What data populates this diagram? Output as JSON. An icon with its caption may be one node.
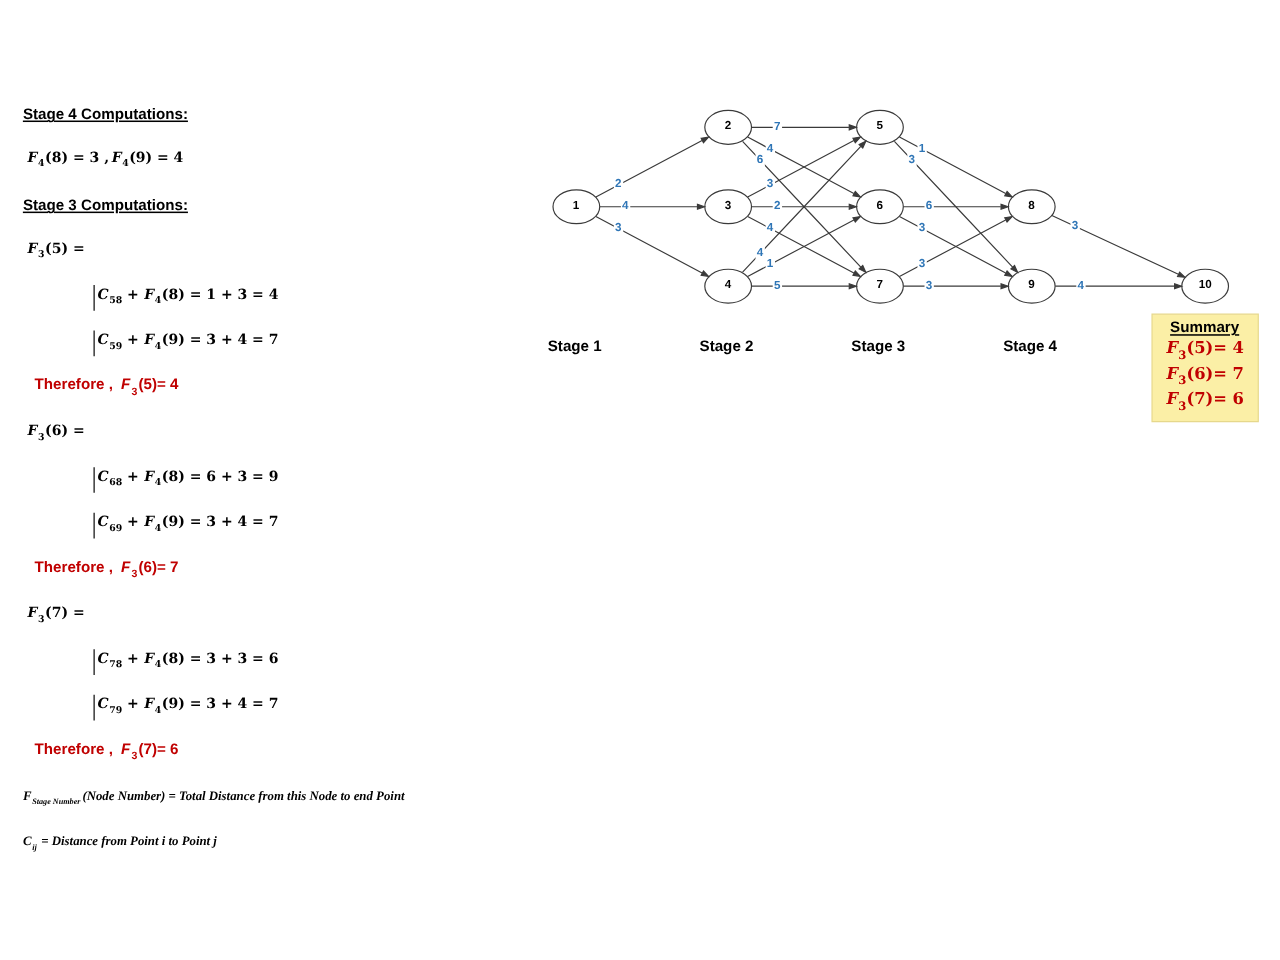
{
  "diagram": {
    "nodes": [
      {
        "text": [
          "1"
        ]
      },
      {
        "text": [
          "2"
        ]
      },
      {
        "text": [
          "3"
        ]
      },
      {
        "text": [
          "4"
        ]
      },
      {
        "text": [
          "5"
        ]
      },
      {
        "text": [
          "6"
        ]
      },
      {
        "text": [
          "7"
        ]
      },
      {
        "text": [
          "8"
        ]
      },
      {
        "text": [
          "9"
        ]
      },
      {
        "text": [
          "10"
        ]
      },
      {
        "text": [
          "Summary",
          "*F*$_{3}$(5)= 4",
          "*F*$_{3}$(6)= 7",
          "*F*$_{3}$(7)= 6"
        ]
      }
    ],
    "edges": [
      {
        "from": 0,
        "to": 1,
        "arrow": "to",
        "label": "2"
      },
      {
        "from": 0,
        "to": 2,
        "arrow": "to",
        "label": "4"
      },
      {
        "from": 0,
        "to": 3,
        "arrow": "to",
        "label": "3"
      },
      {
        "from": 1,
        "to": 4,
        "arrow": "to",
        "label": "7"
      },
      {
        "from": 1,
        "to": 5,
        "arrow": "to",
        "label": "4"
      },
      {
        "from": 1,
        "to": 6,
        "arrow": "to",
        "label": "6"
      },
      {
        "from": 2,
        "to": 4,
        "arrow": "to",
        "label": "3"
      },
      {
        "from": 2,
        "to": 5,
        "arrow": "to",
        "label": "2"
      },
      {
        "from": 2,
        "to": 6,
        "arrow": "to",
        "label": "4"
      },
      {
        "from": 3,
        "to": 4,
        "arrow": "to",
        "label": "4"
      },
      {
        "from": 3,
        "to": 5,
        "arrow": "to",
        "label": "1"
      },
      {
        "from": 3,
        "to": 6,
        "arrow": "to",
        "label": "5"
      },
      {
        "from": 4,
        "to": 7,
        "arrow": "to",
        "label": "1"
      },
      {
        "from": 4,
        "to": 8,
        "arrow": "to",
        "label": "3"
      },
      {
        "from": 5,
        "to": 7,
        "arrow": "to",
        "label": "6"
      },
      {
        "from": 5,
        "to": 8,
        "arrow": "to",
        "label": "3"
      },
      {
        "from": 6,
        "to": 7,
        "arrow": "to",
        "label": "3"
      },
      {
        "from": 6,
        "to": 8,
        "arrow": "to",
        "label": "3"
      },
      {
        "from": 7,
        "to": 9,
        "arrow": "to",
        "label": "3"
      },
      {
        "from": 8,
        "to": 9,
        "arrow": "to",
        "label": "4"
      }
    ],
    "labels": [
      "Stage 4 Computations:",
      "*F*$_{4}$(8) = 3 ,*F*$_{4}$(9) = 4",
      "Stage 3 Computations:",
      "*F*$_{3}$(5) =",
      "*C*$_{58}$ + *F*$_{4}$(8) = 1 + 3 = 4",
      "*C*$_{59}$ + *F*$_{4}$(9) = 3 + 4 = 7",
      "Therefore , *F*$_{3}$(5)= 4",
      "*F*$_{3}$(6) =",
      "*C*$_{68}$ + *F*$_{4}$(8) = 6 + 3 = 9",
      "*C*$_{69}$ + *F*$_{4}$(9) = 3 + 4 = 7",
      "Therefore , *F*$_{3}$(6)= 7",
      "*F*$_{3}$(7) =",
      "*C*$_{78}$ + *F*$_{4}$(8) = 3 + 3 = 6",
      "*C*$_{79}$ + *F*$_{4}$(9) = 3 + 4 = 7",
      "Therefore , *F*$_{3}$(7)= 6",
      "Stage 1",
      "Stage 2",
      "Stage 3",
      "Stage 4",
      "F$_{Stage Number}$(Node Number) = Total Distance from this Node to end Point",
      "C$_{ij}$ = Distance from Point i to Point j"
    ]
  }
}
